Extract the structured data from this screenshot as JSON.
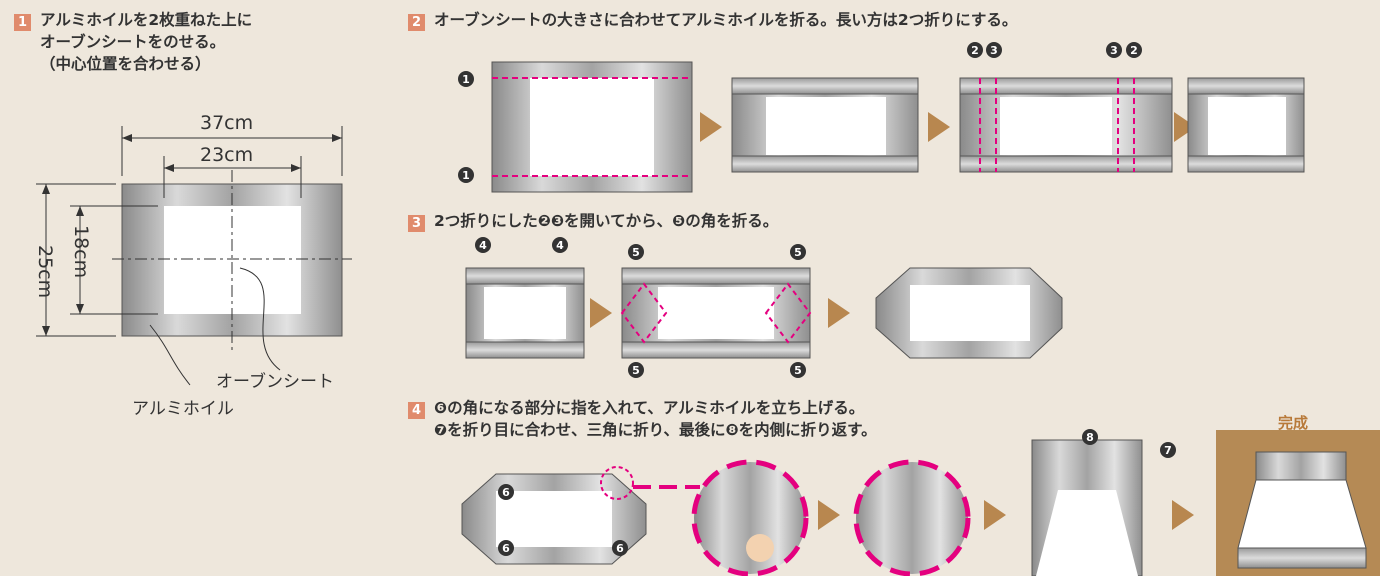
{
  "steps": [
    {
      "num": "1",
      "text": "アルミホイルを2枚重ねた上に\nオーブンシートをのせる。\n（中心位置を合わせる）"
    },
    {
      "num": "2",
      "text": "オーブンシートの大きさに合わせてアルミホイルを折る。長い方は2つ折りにする。"
    },
    {
      "num": "3",
      "text": "2つ折りにした❷❸を開いてから、❺の角を折る。"
    },
    {
      "num": "4",
      "text": "❻の角になる部分に指を入れて、アルミホイルを立ち上げる。\n❼を折り目に合わせ、三角に折り、最後に❽を内側に折り返す。"
    }
  ],
  "dimensions": {
    "outer_width": "37cm",
    "inner_width": "23cm",
    "outer_height": "25cm",
    "inner_height": "18cm"
  },
  "labels": {
    "sheet": "オーブンシート",
    "foil": "アルミホイル",
    "done": "完成"
  },
  "markers": {
    "m1": "1",
    "m2": "2",
    "m3": "3",
    "m4": "4",
    "m5": "5",
    "m6": "6",
    "m7": "7",
    "m8": "8"
  },
  "colors": {
    "accent": "#e4007f",
    "arrow": "#b8874f",
    "step": "#e08b6c",
    "done_bg": "#b58a55"
  }
}
